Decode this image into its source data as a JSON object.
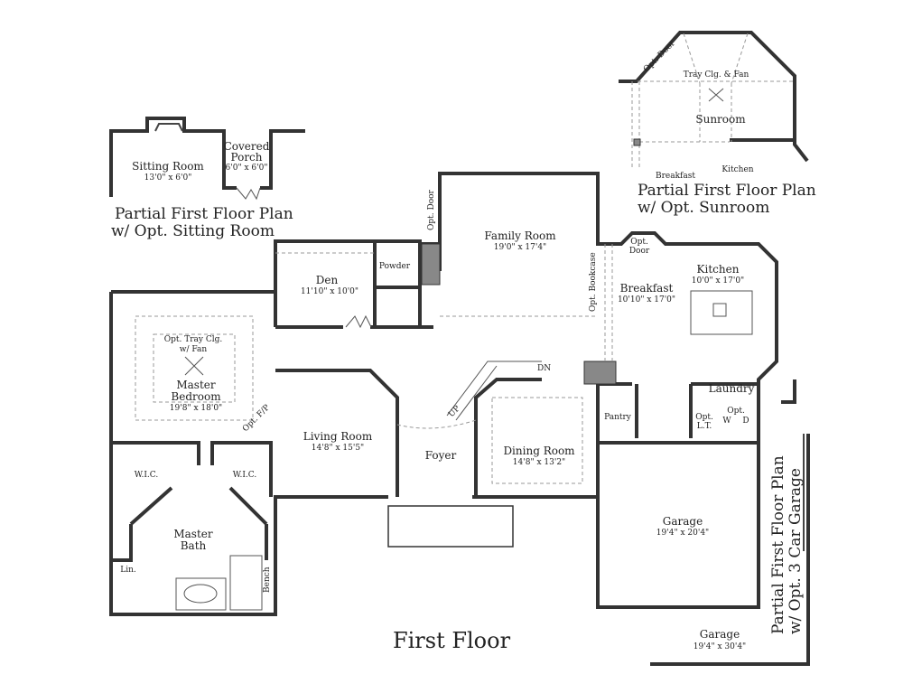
{
  "title": "First Floor",
  "partial_sitting": {
    "caption_line1": "Partial First Floor Plan",
    "caption_line2": "w/ Opt. Sitting Room",
    "sitting_room": {
      "name": "Sitting Room",
      "dims": "13'0\" x 6'0\""
    },
    "covered_porch": {
      "name_line1": "Covered",
      "name_line2": "Porch",
      "dims": "6'0\" x 6'0\""
    }
  },
  "partial_sunroom": {
    "caption_line1": "Partial First Floor Plan",
    "caption_line2": "w/ Opt. Sunroom",
    "opt_door": "Opt. Door",
    "tray": "Tray Clg. & Fan",
    "sunroom": "Sunroom",
    "breakfast": "Breakfast",
    "kitchen": "Kitchen"
  },
  "partial_garage": {
    "caption_line1": "Partial First Floor Plan",
    "caption_line2": "w/ Opt. 3 Car Garage",
    "garage": {
      "name": "Garage",
      "dims": "19'4\" x 30'4\""
    }
  },
  "rooms": {
    "family_room": {
      "name": "Family Room",
      "dims": "19'0\" x 17'4\""
    },
    "den": {
      "name": "Den",
      "dims": "11'10\" x 10'0\""
    },
    "powder": "Powder",
    "opt_door_family": "Opt. Door",
    "opt_bookcase": "Opt. Bookcase",
    "breakfast": {
      "name": "Breakfast",
      "dims": "10'10\" x 17'0\""
    },
    "kitchen": {
      "name": "Kitchen",
      "dims": "10'0\" x 17'0\""
    },
    "opt_door_breakfast_1": "Opt.",
    "opt_door_breakfast_2": "Door",
    "master_bedroom": {
      "tray_line1": "Opt. Tray Clg.",
      "tray_line2": "w/ Fan",
      "name_line1": "Master",
      "name_line2": "Bedroom",
      "dims": "19'8\" x 18'0\""
    },
    "opt_fp": "Opt. F/P",
    "wic_left": "W.I.C.",
    "wic_right": "W.I.C.",
    "master_bath": {
      "name_line1": "Master",
      "name_line2": "Bath"
    },
    "linen": "Lin.",
    "bench": "Bench",
    "living_room": {
      "name": "Living Room",
      "dims": "14'8\" x 15'5\""
    },
    "foyer": "Foyer",
    "up": "UP",
    "dn": "DN",
    "dining_room": {
      "name": "Dining Room",
      "dims": "14'8\" x 13'2\""
    },
    "laundry": "Laundry",
    "pantry": "Pantry",
    "opt_lt_1": "Opt.",
    "opt_lt_2": "L.T.",
    "opt_wd": "Opt.",
    "w": "W",
    "d": "D",
    "garage": {
      "name": "Garage",
      "dims": "19'4\" x 20'4\""
    }
  }
}
